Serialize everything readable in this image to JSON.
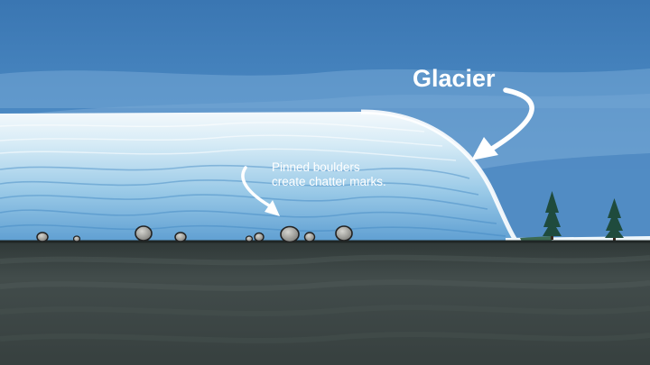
{
  "labels": {
    "glacier": "Glacier",
    "boulders_line1": "Pinned boulders",
    "boulders_line2": "create chatter marks."
  },
  "colors": {
    "sky_top": "#3b77b3",
    "sky_bottom": "#80aed8",
    "ice_light": "#eef6fb",
    "ice_mid": "#b5d9ee",
    "ice_deep": "#4c8fc6",
    "bedrock": "#3b4443",
    "bedrock_band": "#4d5857",
    "boulder": "#a8a8a4",
    "tree": "#1e4a3c",
    "arrow": "#ffffff"
  },
  "icons": {
    "tree": "conifer-tree-icon",
    "arrow": "curved-arrow-icon",
    "boulder": "boulder-icon"
  }
}
